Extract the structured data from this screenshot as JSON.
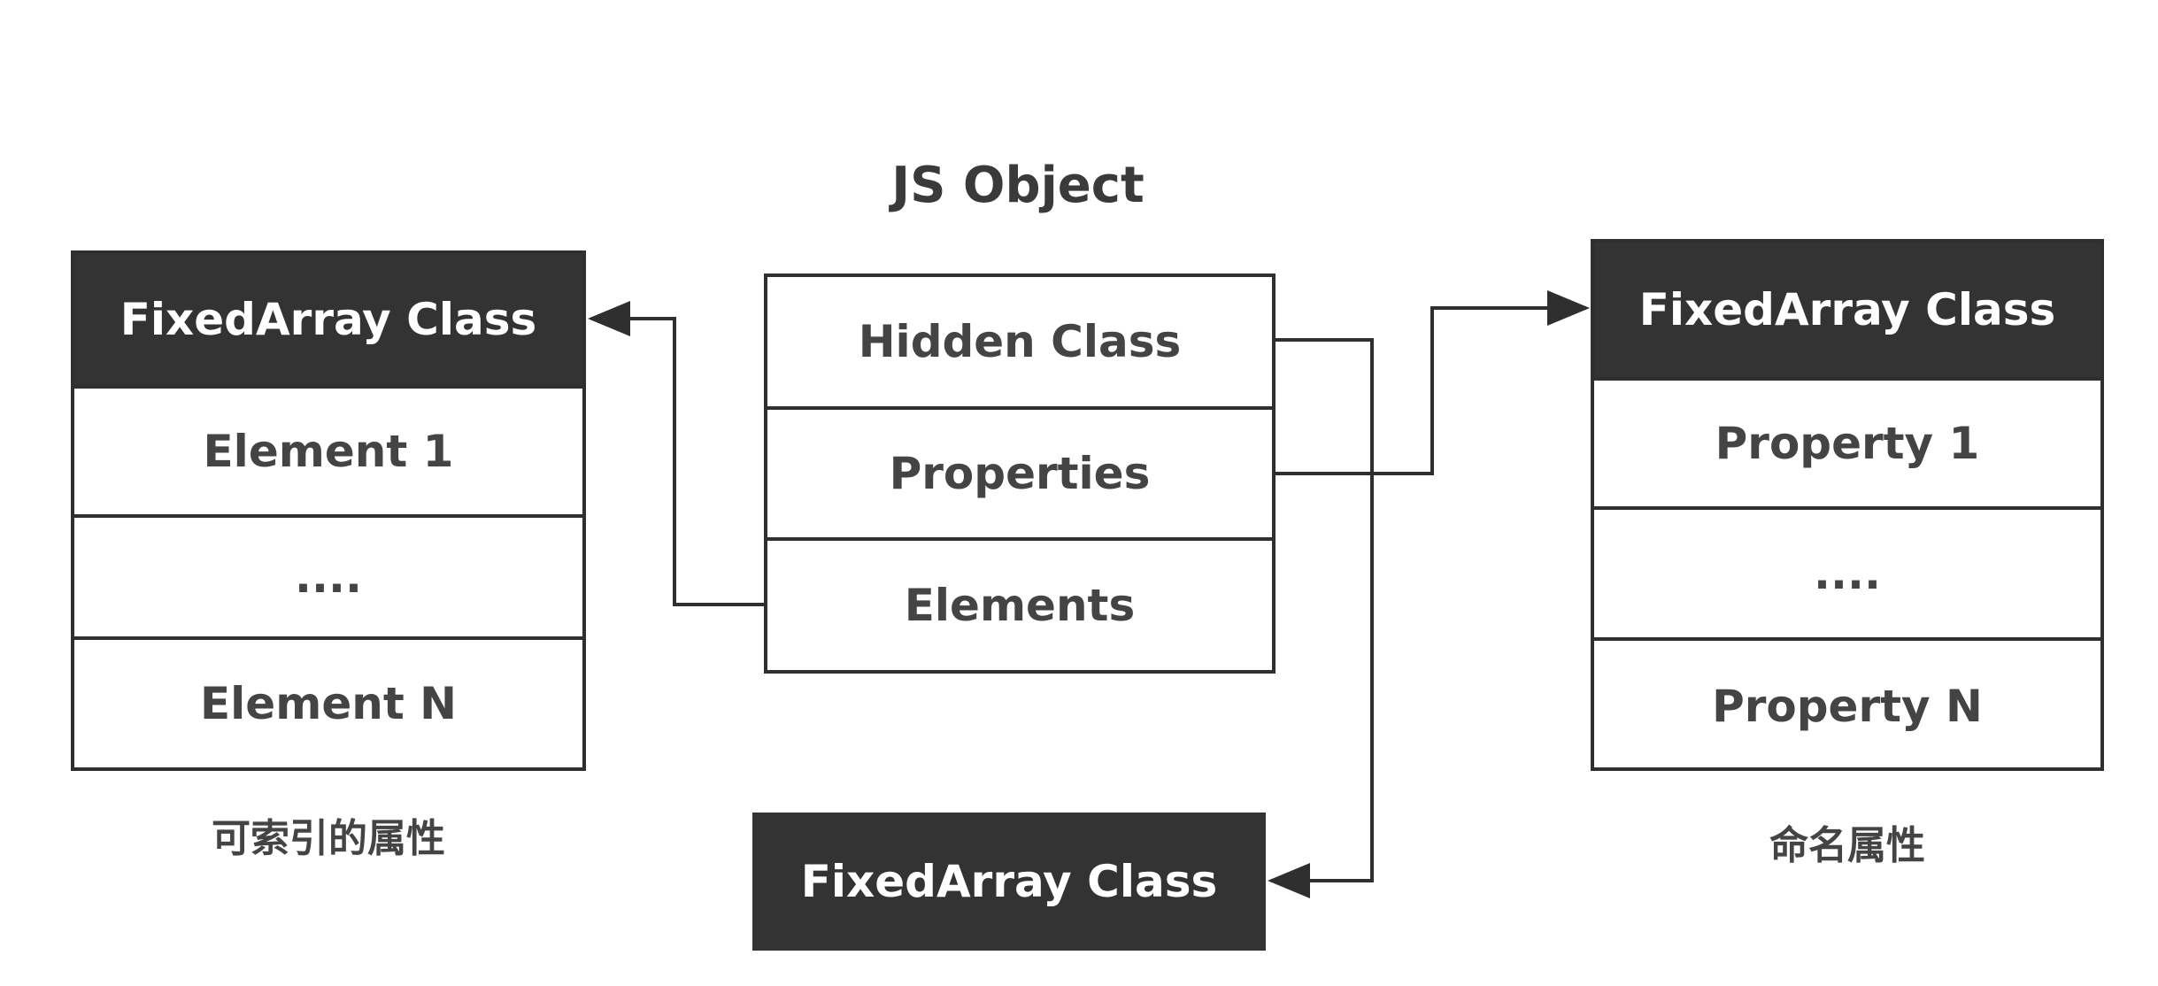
{
  "title": "JS Object",
  "js_object": {
    "rows": [
      "Hidden Class",
      "Properties",
      "Elements"
    ]
  },
  "elements_array": {
    "header": "FixedArray Class",
    "rows": [
      "Element 1",
      "....",
      "Element N"
    ],
    "caption": "可索引的属性"
  },
  "properties_array": {
    "header": "FixedArray Class",
    "rows": [
      "Property 1",
      "....",
      "Property N"
    ],
    "caption": "命名属性"
  },
  "hidden_class_target": {
    "label": "FixedArray Class"
  },
  "colors": {
    "header_fill": "#333333",
    "border": "#2f2f2f",
    "text": "#444444"
  }
}
